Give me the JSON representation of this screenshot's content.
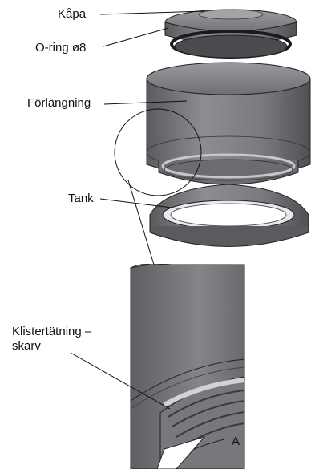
{
  "labels": {
    "kapa": "Kåpa",
    "oring": "O-ring ø8",
    "forlangning": "Förlängning",
    "tank": "Tank",
    "klistertatning": "Klistertätning –\nskarv",
    "detail": "A"
  },
  "colors": {
    "metal_light": "#8a8a8e",
    "metal_mid": "#6d6d72",
    "metal_dark": "#3f3f44",
    "seal": "#cfcfd2",
    "line": "#111111"
  }
}
